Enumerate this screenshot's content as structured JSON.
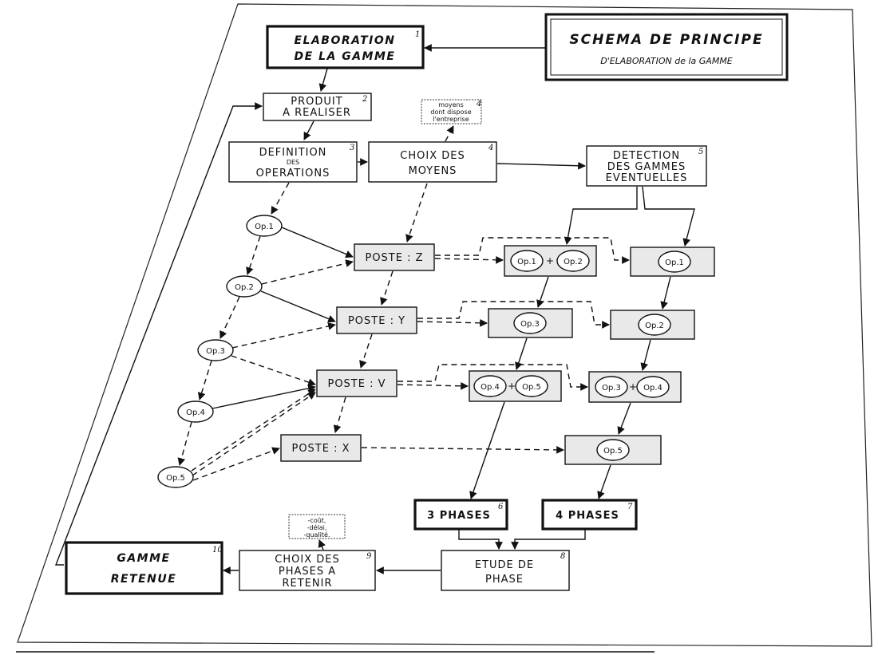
{
  "title": {
    "line1": "SCHEMA DE PRINCIPE",
    "line2": "D'ELABORATION de la GAMME"
  },
  "nodes": [
    {
      "id": "n1",
      "lines": [
        "ELABORATION",
        "DE LA GAMME"
      ],
      "num": "1",
      "style": "bold"
    },
    {
      "id": "n2",
      "lines": [
        "PRODUIT",
        "A REALISER"
      ],
      "num": "2",
      "style": "normal"
    },
    {
      "id": "n3",
      "lines": [
        "DEFINITION",
        "DES",
        "OPERATIONS"
      ],
      "num": "3",
      "style": "normal"
    },
    {
      "id": "n4",
      "lines": [
        "CHOIX DES",
        "MOYENS"
      ],
      "num": "4",
      "style": "normal"
    },
    {
      "id": "n4b",
      "lines": [
        "moyens",
        "dont dispose",
        "l'entreprise"
      ],
      "num": "4",
      "style": "small"
    },
    {
      "id": "n5",
      "lines": [
        "DETECTION",
        "DES GAMMES",
        "EVENTUELLES"
      ],
      "num": "5",
      "style": "normal"
    },
    {
      "id": "n6",
      "lines": [
        "3 PHASES"
      ],
      "num": "6",
      "style": "bold"
    },
    {
      "id": "n7",
      "lines": [
        "4 PHASES"
      ],
      "num": "7",
      "style": "bold"
    },
    {
      "id": "n8",
      "lines": [
        "ETUDE DE",
        "PHASE"
      ],
      "num": "8",
      "style": "normal"
    },
    {
      "id": "n9",
      "lines": [
        "CHOIX DES",
        "PHASES A",
        "RETENIR"
      ],
      "num": "9",
      "style": "normal"
    },
    {
      "id": "n9b",
      "lines": [
        "-coût,",
        "-délai,",
        "-qualité."
      ],
      "num": "",
      "style": "small"
    },
    {
      "id": "n10",
      "lines": [
        "GAMME",
        "RETENUE"
      ],
      "num": "10",
      "style": "bold"
    }
  ],
  "operations": [
    "Op.1",
    "Op.2",
    "Op.3",
    "Op.4",
    "Op.5"
  ],
  "postes": [
    "POSTE : Z",
    "POSTE : Y",
    "POSTE : V",
    "POSTE : X"
  ],
  "gamme_a": [
    {
      "ops": [
        "Op.1",
        "Op.2"
      ]
    },
    {
      "ops": [
        "Op.3"
      ]
    },
    {
      "ops": [
        "Op.4",
        "Op.5"
      ]
    }
  ],
  "gamme_b": [
    {
      "ops": [
        "Op.1"
      ]
    },
    {
      "ops": [
        "Op.2"
      ]
    },
    {
      "ops": [
        "Op.3",
        "Op.4"
      ]
    },
    {
      "ops": [
        "Op.5"
      ]
    }
  ],
  "plus_sign": "+"
}
